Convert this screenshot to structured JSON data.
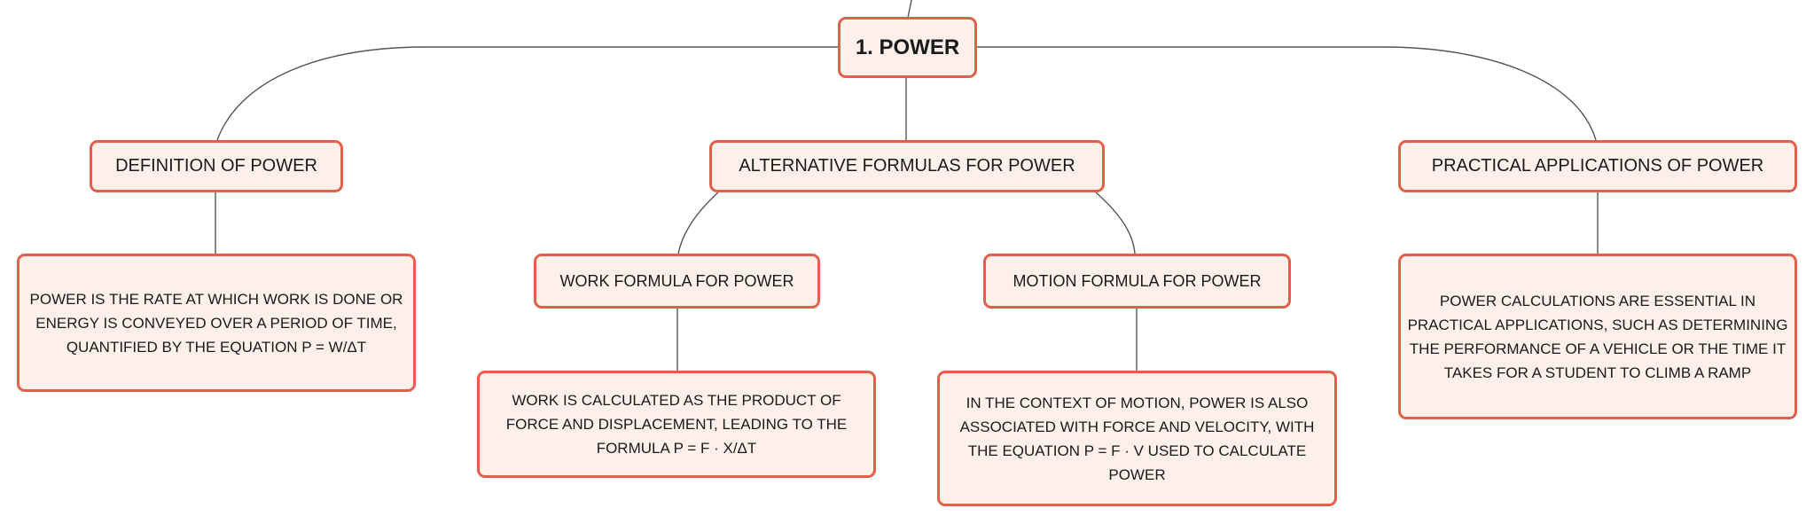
{
  "diagram": {
    "root": {
      "label": "1. POWER"
    },
    "definition": {
      "label": "DEFINITION OF POWER",
      "detail": "POWER IS THE RATE AT WHICH WORK IS DONE OR ENERGY IS CONVEYED OVER A PERIOD OF TIME, QUANTIFIED BY THE EQUATION P = W/ΔT"
    },
    "formulas": {
      "label": "ALTERNATIVE FORMULAS FOR POWER",
      "work": {
        "label": "WORK FORMULA FOR POWER",
        "detail": "WORK IS CALCULATED AS THE PRODUCT OF FORCE AND DISPLACEMENT, LEADING TO THE FORMULA P = F · X/ΔT"
      },
      "motion": {
        "label": "MOTION FORMULA FOR POWER",
        "detail": "IN THE CONTEXT OF MOTION, POWER IS ALSO ASSOCIATED WITH FORCE AND VELOCITY, WITH THE EQUATION P = F · V USED TO CALCULATE POWER"
      }
    },
    "applications": {
      "label": "PRACTICAL APPLICATIONS OF POWER",
      "detail": "POWER CALCULATIONS ARE ESSENTIAL IN PRACTICAL APPLICATIONS, SUCH AS DETERMINING THE PERFORMANCE OF A VEHICLE OR THE TIME IT TAKES FOR A STUDENT TO CLIMB A RAMP"
    }
  },
  "colors": {
    "node_border": "#e0604a",
    "node_fill": "#fdf0eb",
    "connector": "#555555"
  }
}
